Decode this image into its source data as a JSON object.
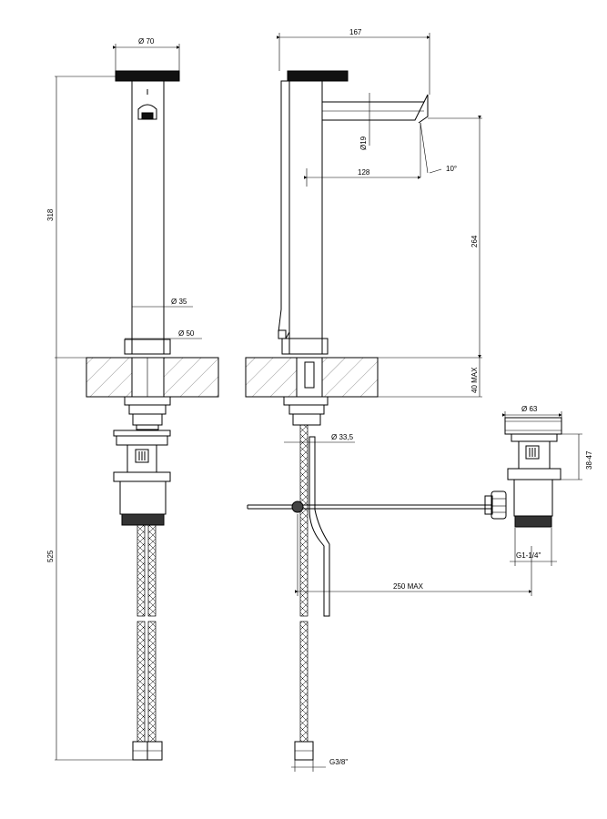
{
  "dimensions": {
    "phi_70": "Ø 70",
    "d_318": "318",
    "phi_35": "Ø 35",
    "phi_50": "Ø 50",
    "d_525": "525",
    "d_167": "167",
    "phi_19": "Ø19",
    "d_128": "128",
    "angle_10": "10°",
    "d_264": "264",
    "d_40max": "40 MAX",
    "phi_33_5": "Ø 33,5",
    "phi_63": "Ø 63",
    "d_38_47": "38-47",
    "g1_1_4": "G1-1/4\"",
    "d_250max": "250 MAX",
    "g3_8": "G3/8\""
  }
}
